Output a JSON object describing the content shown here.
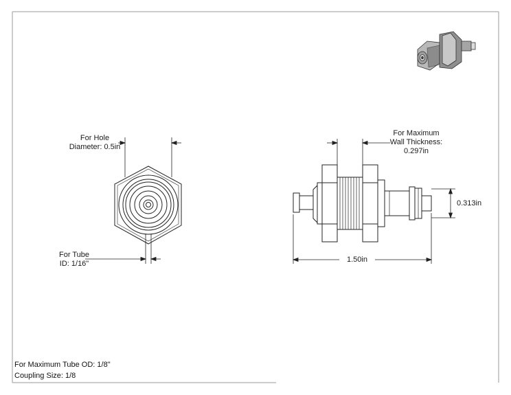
{
  "labels": {
    "hole_line1": "For Hole",
    "hole_line2": "Diameter: 0.5in",
    "tube_line1": "For Tube",
    "tube_line2": "ID: 1/16\"",
    "wall_line1": "For Maximum",
    "wall_line2": "Wall Thickness:",
    "wall_line3": "0.297in",
    "height_dim": "0.313in",
    "length_dim": "1.50in"
  },
  "notes": {
    "max_tube_od": "For Maximum Tube OD: 1/8\"",
    "coupling_size": "Coupling Size: 1/8"
  },
  "colors": {
    "line": "#222222",
    "border": "#9a9a9a"
  }
}
